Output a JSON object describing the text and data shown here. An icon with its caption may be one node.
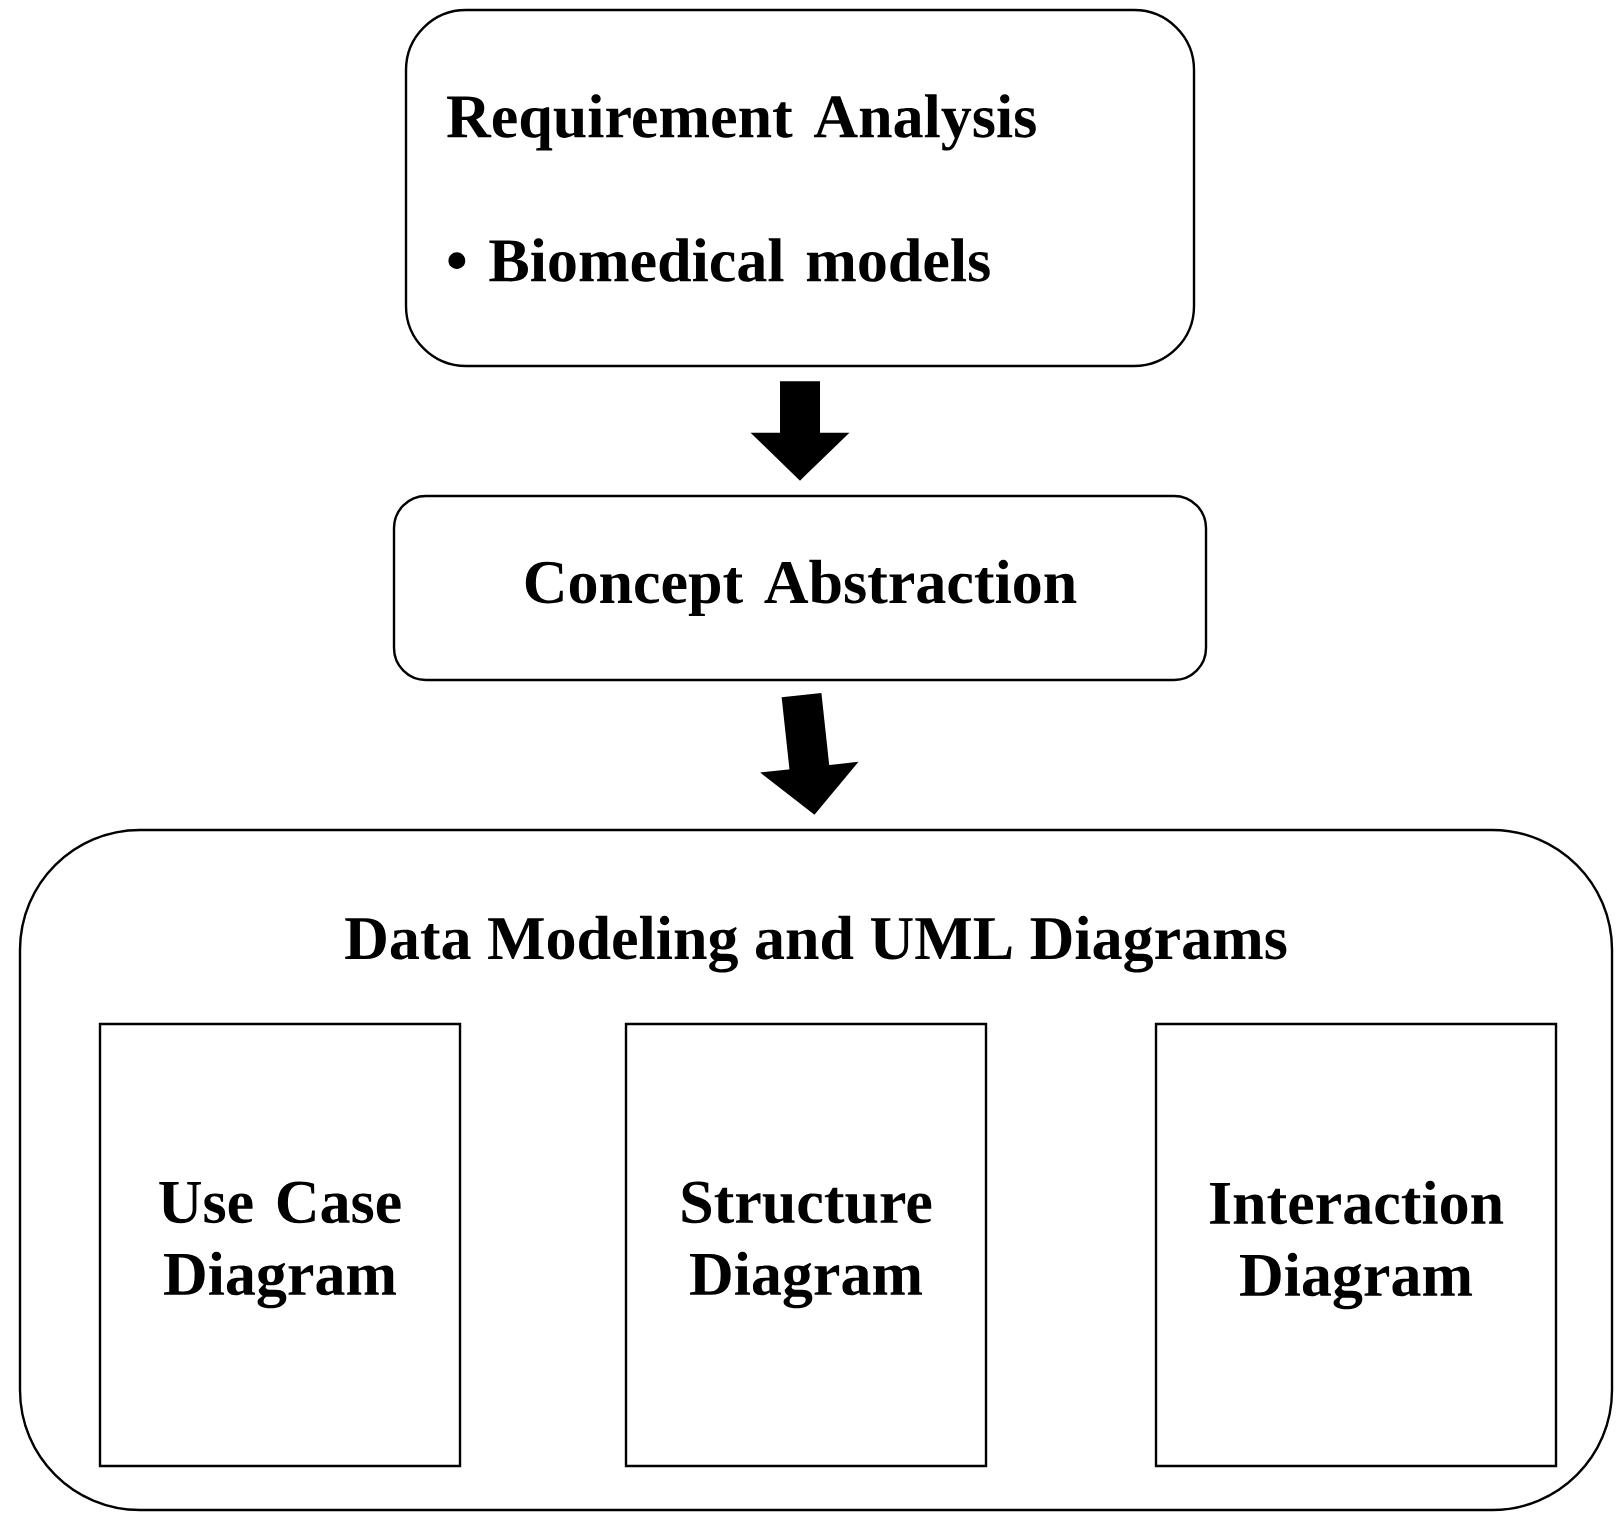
{
  "diagram": {
    "nodes": [
      {
        "text": [
          "Requirement Analysis",
          "• Biomedical models"
        ]
      },
      {
        "text": [
          "Concept Abstraction"
        ]
      },
      {
        "text": [
          "Data Modeling and UML Diagrams"
        ]
      },
      {
        "text": [
          "Use Case Diagram"
        ],
        "in": 2
      },
      {
        "text": [
          "Structure Diagram"
        ],
        "in": 2
      },
      {
        "text": [
          "Interaction Diagram"
        ],
        "in": 2
      }
    ],
    "edges": [
      {
        "from": 0,
        "to": 1,
        "arrow": "to"
      },
      {
        "from": 1,
        "to": 2,
        "arrow": "to"
      }
    ]
  }
}
